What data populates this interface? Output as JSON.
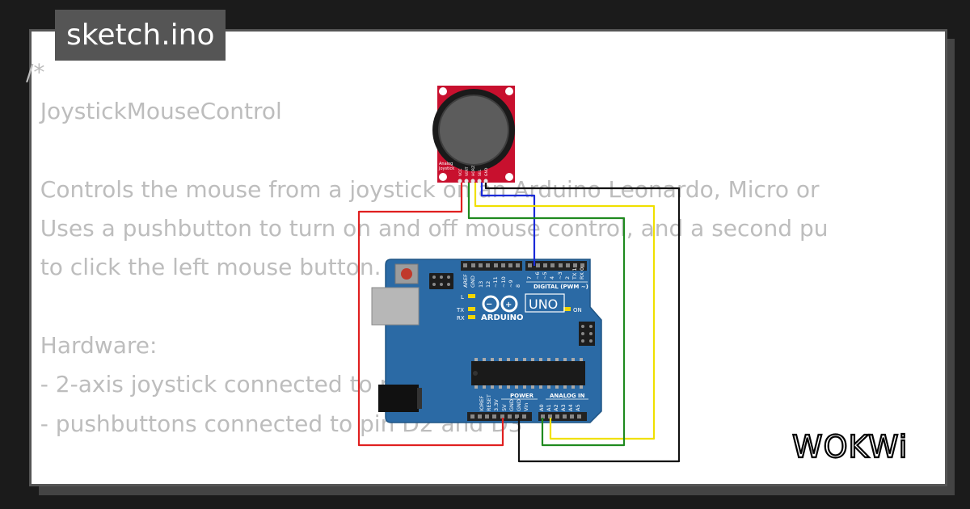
{
  "header": {
    "title": "sketch.ino"
  },
  "code": {
    "lines": [
      "/*",
      "  JoystickMouseControl",
      "",
      "  Controls the mouse from a joystick on an Arduino Leonardo, Micro or",
      "  Uses a pushbutton to turn on and off mouse control, and a second pu",
      "  to click the left mouse button.",
      "",
      "  Hardware:",
      "  - 2-axis joystick connected to pins A0 and A1",
      "  - pushbuttons connected to pin D2 and D3"
    ]
  },
  "joystick": {
    "label_line1": "Analog",
    "label_line2": "Joystick",
    "pins": [
      "VCC",
      "VERT",
      "HORZ",
      "SEL",
      "GND"
    ]
  },
  "arduino": {
    "brand": "ARDUINO",
    "model": "UNO",
    "digital_label": "DIGITAL (PWM ~)",
    "power_label": "POWER",
    "analog_label": "ANALOG IN",
    "on_label": "ON",
    "tx_label": "TX",
    "rx_label": "RX",
    "l_label": "L",
    "digital_pins": [
      "AREF",
      "GND",
      "13",
      "12",
      "~11",
      "~10",
      "~9",
      "8",
      "7",
      "~6",
      "~5",
      "4",
      "~3",
      "2",
      "TX 1",
      "RX 0"
    ],
    "power_pins": [
      "IOREF",
      "RESET",
      "3.3V",
      "5V",
      "GND",
      "GND",
      "Vin"
    ],
    "analog_pins": [
      "A0",
      "A1",
      "A2",
      "A3",
      "A4",
      "A5"
    ]
  },
  "logo": {
    "text": "WOKWi"
  },
  "colors": {
    "board": "#2b6aa5",
    "joystick_pcb": "#c8102e",
    "wire_red": "#e02020",
    "wire_green": "#1f8a1f",
    "wire_yellow": "#f0e000",
    "wire_blue": "#1a2ad8",
    "wire_black": "#111111"
  }
}
